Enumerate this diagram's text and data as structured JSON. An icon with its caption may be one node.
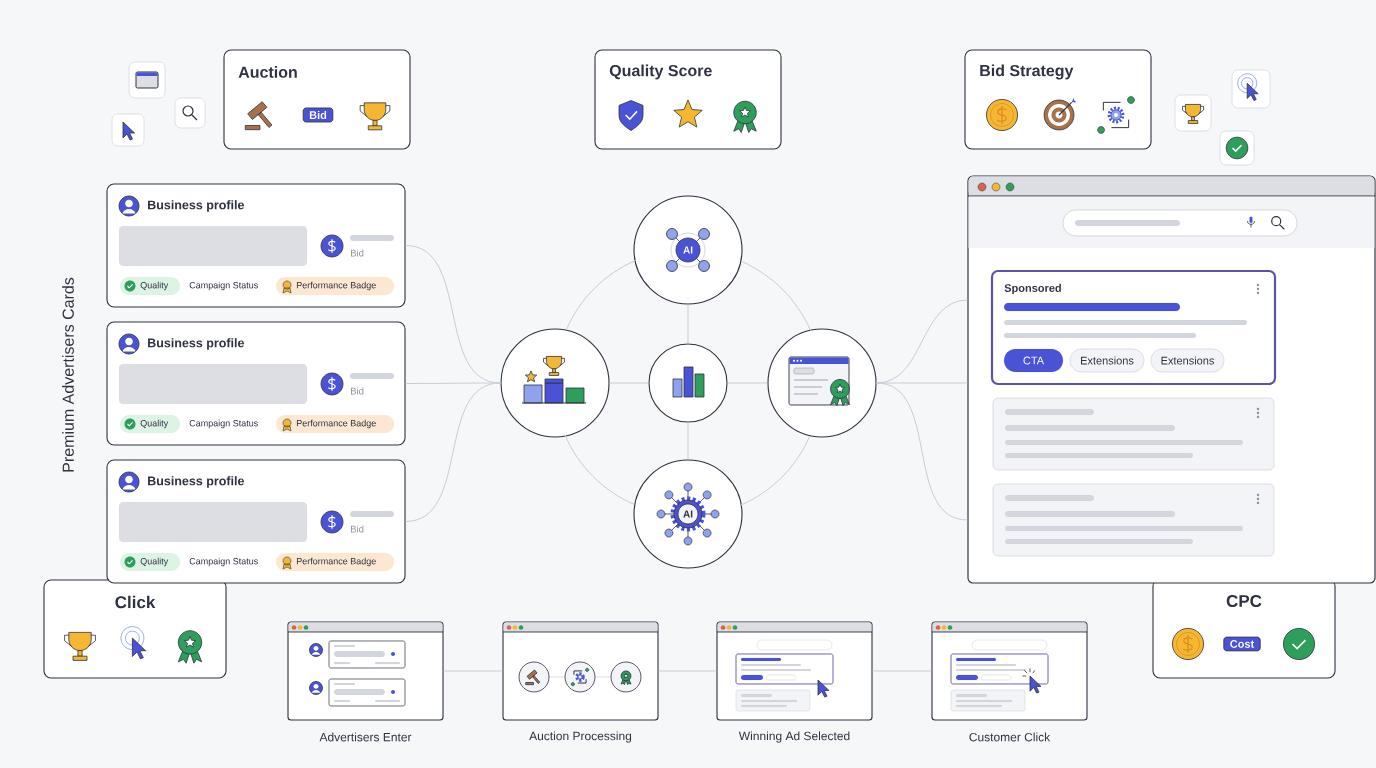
{
  "diagram": {
    "nodes": [
      {
        "text": [
          "Auction",
          "Bid"
        ]
      },
      {
        "text": [
          "Quality Score"
        ]
      },
      {
        "text": [
          "Bid Strategy"
        ]
      },
      {
        "text": [
          "Business profile",
          "Bid",
          "Quality",
          "Campaign Status",
          "Performance Badge"
        ]
      },
      {
        "text": [
          "Business profile",
          "Bid",
          "Quality",
          "Campaign Status",
          "Performance Badge"
        ]
      },
      {
        "text": [
          "Business profile",
          "Bid",
          "Quality",
          "Campaign Status",
          "Performance Badge"
        ]
      },
      {
        "text": [],
        "shape": "circle"
      },
      {
        "text": [
          "AI"
        ]
      },
      {
        "text": [],
        "shape": "circle"
      },
      {
        "text": [],
        "shape": "circle"
      },
      {
        "text": [
          "AI"
        ]
      },
      {
        "text": [
          "Sponsored",
          "CTA",
          "Extensions",
          "Extensions"
        ]
      },
      {
        "text": [
          "Click"
        ]
      },
      {
        "text": [
          "CPC",
          "Cost"
        ]
      },
      {
        "text": [
          "Advertisers Enter"
        ]
      },
      {
        "text": [
          "Auction Processing"
        ]
      },
      {
        "text": [
          "Winning Ad Selected"
        ]
      },
      {
        "text": [
          "Customer Click"
        ]
      }
    ],
    "edges": [
      {
        "from": 3,
        "to": 6,
        "arrow": "none"
      },
      {
        "from": 4,
        "to": 6,
        "arrow": "none"
      },
      {
        "from": 5,
        "to": 6,
        "arrow": "none"
      },
      {
        "from": 6,
        "to": 8,
        "arrow": "none"
      },
      {
        "from": 7,
        "to": 8,
        "arrow": "none"
      },
      {
        "from": 8,
        "to": 9,
        "arrow": "none"
      },
      {
        "from": 8,
        "to": 10,
        "arrow": "none"
      },
      {
        "from": 6,
        "to": 7,
        "arrow": "none"
      },
      {
        "from": 7,
        "to": 9,
        "arrow": "none"
      },
      {
        "from": 9,
        "to": 10,
        "arrow": "none"
      },
      {
        "from": 10,
        "to": 6,
        "arrow": "none"
      },
      {
        "from": 9,
        "to": 11,
        "arrow": "none"
      },
      {
        "from": 9,
        "to": 11,
        "arrow": "none"
      },
      {
        "from": 9,
        "to": 11,
        "arrow": "none"
      },
      {
        "from": 14,
        "to": 15,
        "arrow": "none"
      },
      {
        "from": 15,
        "to": 16,
        "arrow": "none"
      },
      {
        "from": 16,
        "to": 17,
        "arrow": "none"
      }
    ],
    "labels": [
      "Premium Advertisers Cards"
    ]
  }
}
